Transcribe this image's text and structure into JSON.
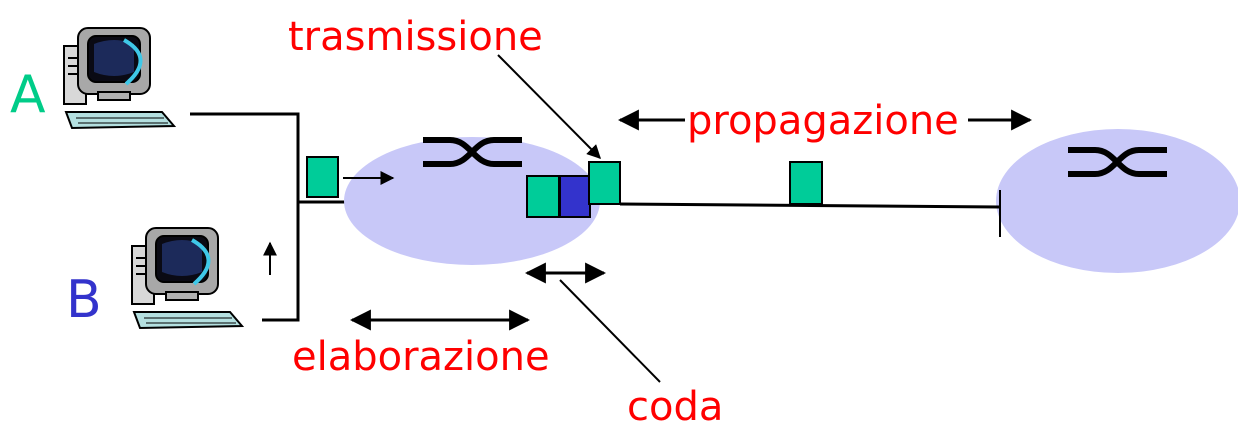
{
  "hosts": [
    {
      "label": "A",
      "color": "#00cc88"
    },
    {
      "label": "B",
      "color": "#3333cc"
    }
  ],
  "delay_labels": {
    "transmission": "trasmissione",
    "propagation": "propagazione",
    "processing": "elaborazione",
    "queueing": "coda"
  },
  "colors": {
    "router_fill": "#c8c8f8",
    "packet": "#00cc99",
    "packet_queued": "#3333cc",
    "delay_label": "#ff0000",
    "line": "#000000"
  }
}
